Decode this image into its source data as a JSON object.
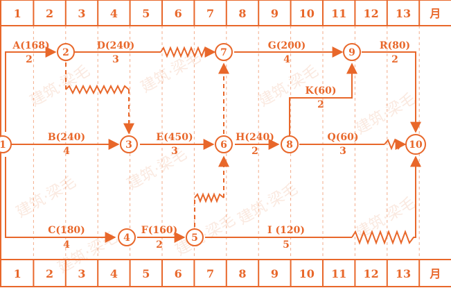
{
  "timescale": {
    "periods": [
      "1",
      "2",
      "3",
      "4",
      "5",
      "6",
      "7",
      "8",
      "9",
      "10",
      "11",
      "12",
      "13"
    ],
    "unit": "月"
  },
  "nodes": [
    {
      "id": "1",
      "label": "1"
    },
    {
      "id": "2",
      "label": "2"
    },
    {
      "id": "3",
      "label": "3"
    },
    {
      "id": "4",
      "label": "4"
    },
    {
      "id": "5",
      "label": "5"
    },
    {
      "id": "6",
      "label": "6"
    },
    {
      "id": "7",
      "label": "7"
    },
    {
      "id": "8",
      "label": "8"
    },
    {
      "id": "9",
      "label": "9"
    },
    {
      "id": "10",
      "label": "10"
    }
  ],
  "activities": [
    {
      "name": "A(168)",
      "duration": "2",
      "from": "1",
      "to": "2"
    },
    {
      "name": "D(240)",
      "duration": "3",
      "from": "2",
      "to": "7"
    },
    {
      "name": "G(200)",
      "duration": "4",
      "from": "7",
      "to": "9"
    },
    {
      "name": "R(80)",
      "duration": "2",
      "from": "9",
      "to": "10"
    },
    {
      "name": "K(60)",
      "duration": "2",
      "from": "8",
      "to": "9"
    },
    {
      "name": "B(240)",
      "duration": "4",
      "from": "1",
      "to": "3"
    },
    {
      "name": "E(450)",
      "duration": "3",
      "from": "3",
      "to": "6"
    },
    {
      "name": "H(240)",
      "duration": "2",
      "from": "6",
      "to": "8"
    },
    {
      "name": "Q(60)",
      "duration": "3",
      "from": "8",
      "to": "10"
    },
    {
      "name": "C(180)",
      "duration": "4",
      "from": "1",
      "to": "4"
    },
    {
      "name": "F(160)",
      "duration": "2",
      "from": "4",
      "to": "5"
    },
    {
      "name": "I (120)",
      "duration": "5",
      "from": "5",
      "to": "10"
    }
  ],
  "watermark": "建筑·梁毛",
  "colors": {
    "accent": "#e8672a",
    "watermark": "#f3c2a8"
  }
}
